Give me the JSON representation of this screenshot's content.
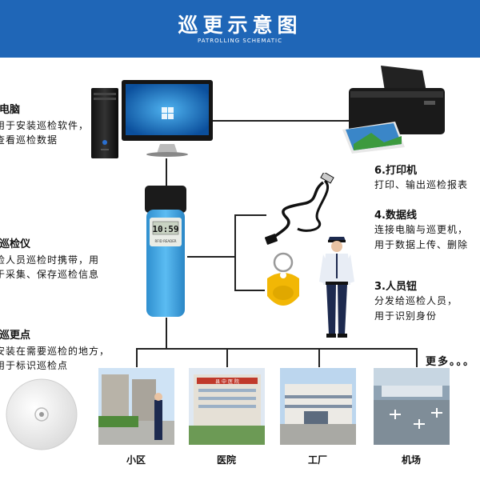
{
  "header": {
    "title": "巡更示意图",
    "subtitle": "PATROLLING SCHEMATIC"
  },
  "left_items": [
    {
      "title": ".电脑",
      "lines": [
        "用于安装巡检软件，",
        "查看巡检数据"
      ]
    },
    {
      "title": ".巡检仪",
      "lines": [
        "检人员巡检时携带，用",
        "于采集、保存巡检信息"
      ]
    },
    {
      "title": ".巡更点",
      "lines": [
        "安装在需要巡检的地方，",
        "用于标识巡检点"
      ]
    }
  ],
  "right_items": [
    {
      "title": "6.打印机",
      "lines": [
        "打印、输出巡检报表"
      ]
    },
    {
      "title": "4.数据线",
      "lines": [
        "连接电脑与巡更机，",
        "用于数据上传、删除"
      ]
    },
    {
      "title": "3.人员钮",
      "lines": [
        "分发给巡检人员，",
        "用于识别身份"
      ]
    }
  ],
  "reader": {
    "display": "10:59",
    "brand": "RFID READER"
  },
  "more": "更多。。。",
  "places": [
    "小区",
    "医院",
    "工厂",
    "机场"
  ],
  "hospital_sign": "县 中 医 院",
  "colors": {
    "header": "#1f66b7",
    "reader_body": "#3aa0df",
    "keyfob": "#f2b705"
  }
}
